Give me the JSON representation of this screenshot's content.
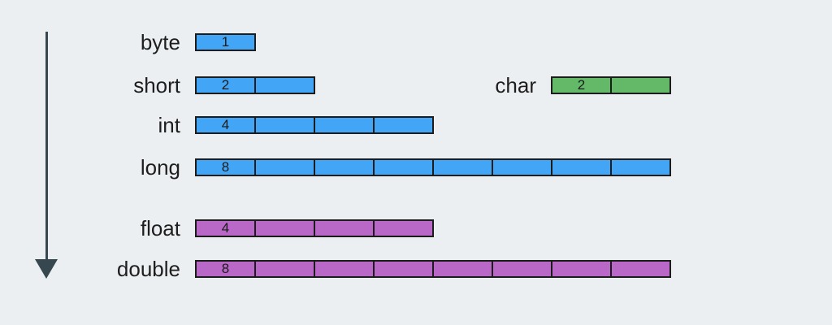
{
  "page_background": "#ECEFF1",
  "arrow": {
    "direction": "down",
    "color": "#37474F"
  },
  "colors": {
    "integer_types": "#42A5F5",
    "floating_types": "#BA68C8",
    "char_type": "#63B968",
    "cell_border": "#1C1C1C"
  },
  "rows": [
    {
      "label": "byte",
      "size_bytes": 1,
      "cells": 1,
      "group": "integer_types"
    },
    {
      "label": "short",
      "size_bytes": 2,
      "cells": 2,
      "group": "integer_types"
    },
    {
      "label": "int",
      "size_bytes": 4,
      "cells": 4,
      "group": "integer_types"
    },
    {
      "label": "long",
      "size_bytes": 8,
      "cells": 8,
      "group": "integer_types"
    },
    {
      "label": "float",
      "size_bytes": 4,
      "cells": 4,
      "group": "floating_types"
    },
    {
      "label": "double",
      "size_bytes": 8,
      "cells": 8,
      "group": "floating_types"
    },
    {
      "label": "char",
      "size_bytes": 2,
      "cells": 2,
      "group": "char_type"
    }
  ]
}
